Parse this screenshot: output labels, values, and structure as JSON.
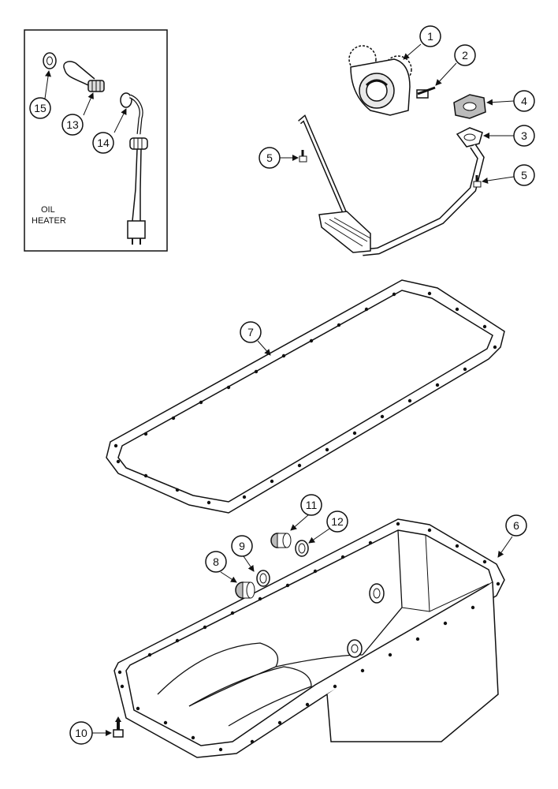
{
  "inset": {
    "label_line1": "OIL",
    "label_line2": "HEATER"
  },
  "callouts": {
    "c1": "1",
    "c2": "2",
    "c3": "3",
    "c4": "4",
    "c5a": "5",
    "c5b": "5",
    "c6": "6",
    "c7": "7",
    "c8": "8",
    "c9": "9",
    "c10": "10",
    "c11": "11",
    "c12": "12",
    "c13": "13",
    "c14": "14",
    "c15": "15"
  }
}
